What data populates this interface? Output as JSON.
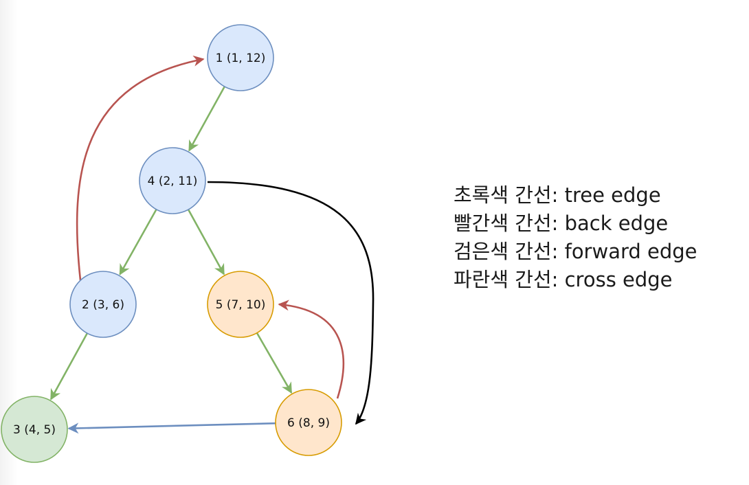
{
  "nodes": [
    {
      "id": "1",
      "label": "1 (1, 12)",
      "fill": "#dae8fc",
      "stroke": "#6c8ebf"
    },
    {
      "id": "4",
      "label": "4 (2, 11)",
      "fill": "#dae8fc",
      "stroke": "#6c8ebf"
    },
    {
      "id": "2",
      "label": "2 (3, 6)",
      "fill": "#dae8fc",
      "stroke": "#6c8ebf"
    },
    {
      "id": "5",
      "label": "5 (7, 10)",
      "fill": "#ffe6cc",
      "stroke": "#d79b00"
    },
    {
      "id": "3",
      "label": "3 (4, 5)",
      "fill": "#d5e8d4",
      "stroke": "#82b366"
    },
    {
      "id": "6",
      "label": "6 (8, 9)",
      "fill": "#ffe6cc",
      "stroke": "#d79b00"
    }
  ],
  "edges": [
    {
      "from": "1",
      "to": "4",
      "kind": "tree",
      "color": "#82b366"
    },
    {
      "from": "4",
      "to": "2",
      "kind": "tree",
      "color": "#82b366"
    },
    {
      "from": "4",
      "to": "5",
      "kind": "tree",
      "color": "#82b366"
    },
    {
      "from": "2",
      "to": "3",
      "kind": "tree",
      "color": "#82b366"
    },
    {
      "from": "5",
      "to": "6",
      "kind": "tree",
      "color": "#82b366"
    },
    {
      "from": "2",
      "to": "1",
      "kind": "back",
      "color": "#b85450"
    },
    {
      "from": "6",
      "to": "5",
      "kind": "back",
      "color": "#b85450"
    },
    {
      "from": "4",
      "to": "6",
      "kind": "forward",
      "color": "#000000"
    },
    {
      "from": "6",
      "to": "3",
      "kind": "cross",
      "color": "#6c8ebf"
    }
  ],
  "legend": [
    "초록색 간선: tree edge",
    "빨간색 간선: back edge",
    "검은색 간선: forward edge",
    "파란색 간선: cross edge"
  ]
}
